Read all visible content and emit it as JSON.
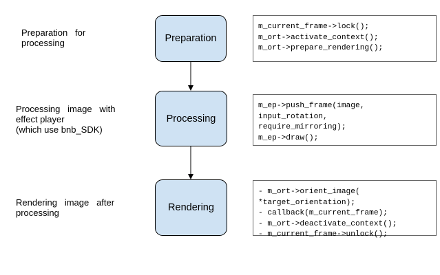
{
  "steps": [
    {
      "description": [
        "Preparation   for",
        "processing"
      ],
      "stage": "Preparation",
      "code": [
        "m_current_frame->lock();",
        "m_ort->activate_context();",
        "m_ort->prepare_rendering();"
      ]
    },
    {
      "description": [
        "Processing   image   with",
        "effect player",
        "(which use bnb_SDK)"
      ],
      "stage": "Processing",
      "code": [
        "m_ep->push_frame(image,",
        "input_rotation,",
        "require_mirroring);",
        "m_ep->draw();"
      ]
    },
    {
      "description": [
        "Rendering   image   after",
        "processing"
      ],
      "stage": "Rendering",
      "code": [
        "- m_ort->orient_image(",
        "*target_orientation);",
        "- callback(m_current_frame);",
        "- m_ort->deactivate_context();",
        "- m_current_frame->unlock();"
      ]
    }
  ],
  "colors": {
    "stage_fill": "#cfe2f3",
    "stage_border": "#000000",
    "code_border": "#666666",
    "arrow": "#000000"
  }
}
